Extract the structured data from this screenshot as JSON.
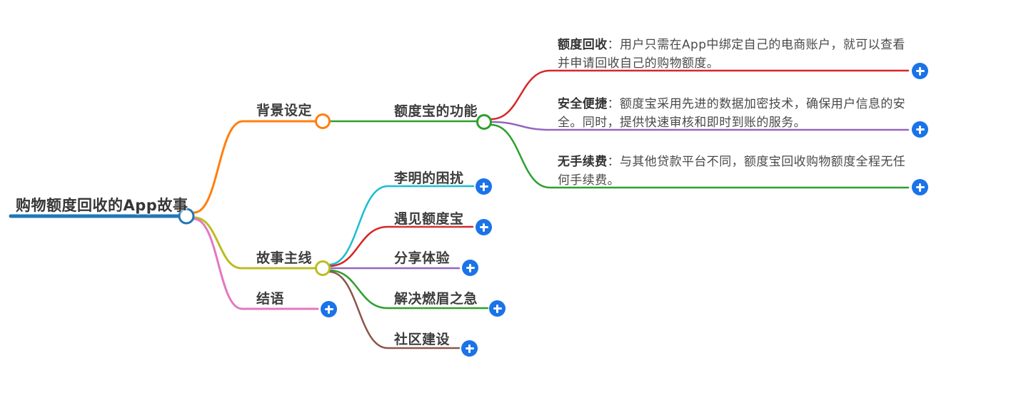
{
  "mindmap": {
    "root": {
      "label": "购物额度回收的App故事"
    },
    "branches": [
      {
        "label": "背景设定",
        "color": "#ff7f0e",
        "children": [
          {
            "label": "额度宝的功能",
            "color": "#2ca02c",
            "children": [
              {
                "term": "额度回收",
                "desc": "：用户只需在App中绑定自己的电商账户，就可以查看并申请回收自己的购物额度。",
                "color": "#d62728"
              },
              {
                "term": "安全便捷",
                "desc": "：额度宝采用先进的数据加密技术，确保用户信息的安全。同时，提供快速审核和即时到账的服务。",
                "color": "#9467bd"
              },
              {
                "term": "无手续费",
                "desc": "：与其他贷款平台不同，额度宝回收购物额度全程无任何手续费。",
                "color": "#2ca02c"
              }
            ]
          }
        ]
      },
      {
        "label": "故事主线",
        "color": "#bcbd22",
        "children": [
          {
            "label": "李明的困扰",
            "color": "#17becf"
          },
          {
            "label": "遇见额度宝",
            "color": "#d62728"
          },
          {
            "label": "分享体验",
            "color": "#9467bd"
          },
          {
            "label": "解决燃眉之急",
            "color": "#2ca02c"
          },
          {
            "label": "社区建设",
            "color": "#8c564b"
          }
        ]
      },
      {
        "label": "结语",
        "color": "#e377c2"
      }
    ]
  },
  "palette": {
    "root_blue": "#1f77b4",
    "orange": "#ff7f0e",
    "green": "#2ca02c",
    "red": "#d62728",
    "purple": "#9467bd",
    "brown": "#8c564b",
    "pink": "#e377c2",
    "olive": "#bcbd22",
    "cyan": "#17becf",
    "add_button_blue": "#1a73e8",
    "node_fill": "#ffffff"
  },
  "icons": {
    "add_icon": "+"
  }
}
